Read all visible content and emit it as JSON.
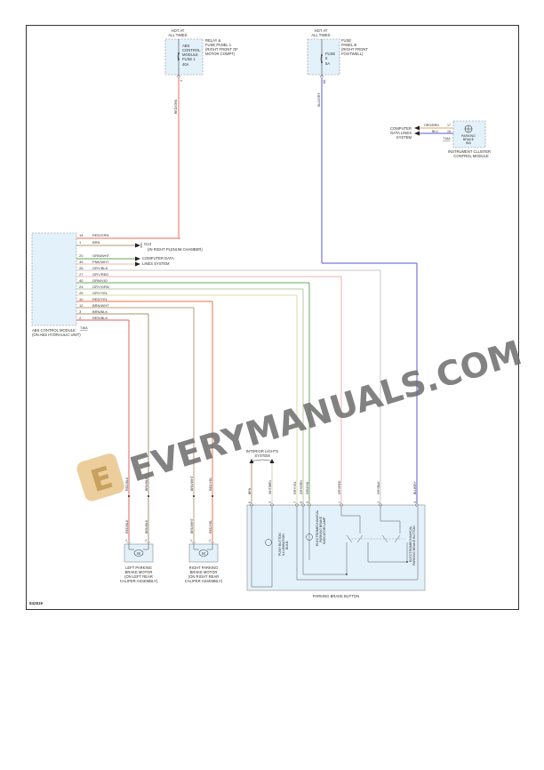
{
  "diagram": {
    "id_label": "842819",
    "watermark": "EVERYMANUALS.COM"
  },
  "power": {
    "abs_fuse": {
      "hot_label_1": "HOT AT",
      "hot_label_2": "ALL TIMES",
      "inner_1": "ABS",
      "inner_2": "CONTROL",
      "inner_3": "MODULE",
      "inner_4": "FUSE 1",
      "inner_5": "40A",
      "panel_1": "RELAY &",
      "panel_2": "FUSE PANEL 1",
      "panel_3": "(RIGHT FRONT OF",
      "panel_4": "MOTOR COMPT)",
      "pin": "4",
      "wire": "RED/GRN"
    },
    "fuse6": {
      "hot_label_1": "HOT AT",
      "hot_label_2": "ALL TIMES",
      "inner_1": "FUSE",
      "inner_2": "6",
      "inner_3": "5A",
      "panel_1": "FUSE",
      "panel_2": "PANEL B",
      "panel_3": "(RIGHT FRONT",
      "panel_4": "FOOTWELL)",
      "pin": "6A",
      "wire": "BLU/GRY"
    }
  },
  "instrument_cluster": {
    "label_1": "INSTRUMENT CLUSTER",
    "label_2": "CONTROL MODULE",
    "lamp_1": "PARKING",
    "lamp_2": "BRAKE",
    "lamp_3": "IND",
    "connector": "T18A",
    "dest_1": "COMPUTER",
    "dest_2": "DATA LINES",
    "dest_3": "SYSTEM",
    "wires": [
      {
        "color_name": "ORG/BRN",
        "pin": "17"
      },
      {
        "color_name": "BLU",
        "pin": "16"
      }
    ]
  },
  "abs_module": {
    "label_1": "ABS CONTROL MODULE",
    "label_2": "(ON ABS HYDRAULIC UNIT)",
    "connector": "T46A",
    "pins": [
      {
        "pin": "14",
        "wire": "RED/GRN"
      },
      {
        "pin": "1",
        "wire": "BRN"
      },
      {
        "pin": "20",
        "wire": "GRN/WHT"
      },
      {
        "pin": "39",
        "wire": "PNK/WHT"
      },
      {
        "pin": "26",
        "wire": "GRY/BLK"
      },
      {
        "pin": "27",
        "wire": "GRY/RED"
      },
      {
        "pin": "40",
        "wire": "GRN/VIO"
      },
      {
        "pin": "24",
        "wire": "GRY/GRN"
      },
      {
        "pin": "25",
        "wire": "GRY/YEL"
      },
      {
        "pin": "10",
        "wire": "RED/YEL"
      },
      {
        "pin": "12",
        "wire": "BRN/WHT"
      },
      {
        "pin": "3",
        "wire": "BRN/BLK"
      },
      {
        "pin": "2",
        "wire": "RED/BLK"
      }
    ],
    "ground": {
      "name": "G13",
      "location": "(IN RIGHT PLENUM CHAMBER)"
    },
    "data_dest_1": "COMPUTER DATA",
    "data_dest_2": "LINES SYSTEM"
  },
  "motors": {
    "left": {
      "label_1": "LEFT PARKING",
      "label_2": "BRAKE MOTOR",
      "label_3": "(ON LEFT REAR",
      "label_4": "CALIPER ASSEMBLY)",
      "wire_a": "RED/BLK",
      "wire_b": "BRN/BLK",
      "pin_a": "1",
      "pin_b": "2",
      "symbol": "M"
    },
    "right": {
      "label_1": "RIGHT PARKING",
      "label_2": "BRAKE MOTOR",
      "label_3": "(ON RIGHT REAR",
      "label_4": "CALIPER ASSEMBLY)",
      "wire_a": "BRN/WHT",
      "wire_b": "RED/YEL",
      "pin_a": "1",
      "pin_b": "2",
      "symbol": "M"
    }
  },
  "parking_brake_button": {
    "label": "PARKING BRAKE BUTTON",
    "interior_lights_1": "INTERIOR LIGHTS",
    "interior_lights_2": "SYSTEM",
    "bulb_label_1": "PUSH BUTTON",
    "bulb_label_2": "ILLUMINATION",
    "bulb_label_3": "BULB",
    "lamp_label_1": "ELECTROMECHANICAL",
    "lamp_label_2": "PARKING BRAKE",
    "lamp_label_3": "INDICATOR LAMP",
    "switch_label_1": "ELECTROMECHANICAL",
    "switch_label_2": "PARKING BRAKE BUTTON",
    "wires": [
      {
        "wire": "BRN",
        "pin": "6"
      },
      {
        "wire": "WHT/BRN",
        "pin": "3"
      },
      {
        "wire": "GRY/YEL",
        "pin": "7"
      },
      {
        "wire": "GRY/GRN",
        "pin": "8"
      },
      {
        "wire": "GRN/VIO",
        "pin": "9"
      },
      {
        "wire": "GRY/RED",
        "pin": "1"
      },
      {
        "wire": "GRY/BLK",
        "pin": "2"
      },
      {
        "wire": "BLU/GRY",
        "pin": "4"
      }
    ]
  },
  "colors": {
    "red": "#e8806e",
    "redgrn": "#ee8a78",
    "brn": "#b49a6a",
    "grn": "#5fa84a",
    "pnk": "#f2b6b6",
    "gry": "#bdbdbd",
    "yel": "#e6e2a0",
    "blu": "#5a5ad6",
    "org": "#e8a060",
    "panel_fill": "#e3f1fb",
    "panel_border": "#8a8a8a"
  }
}
